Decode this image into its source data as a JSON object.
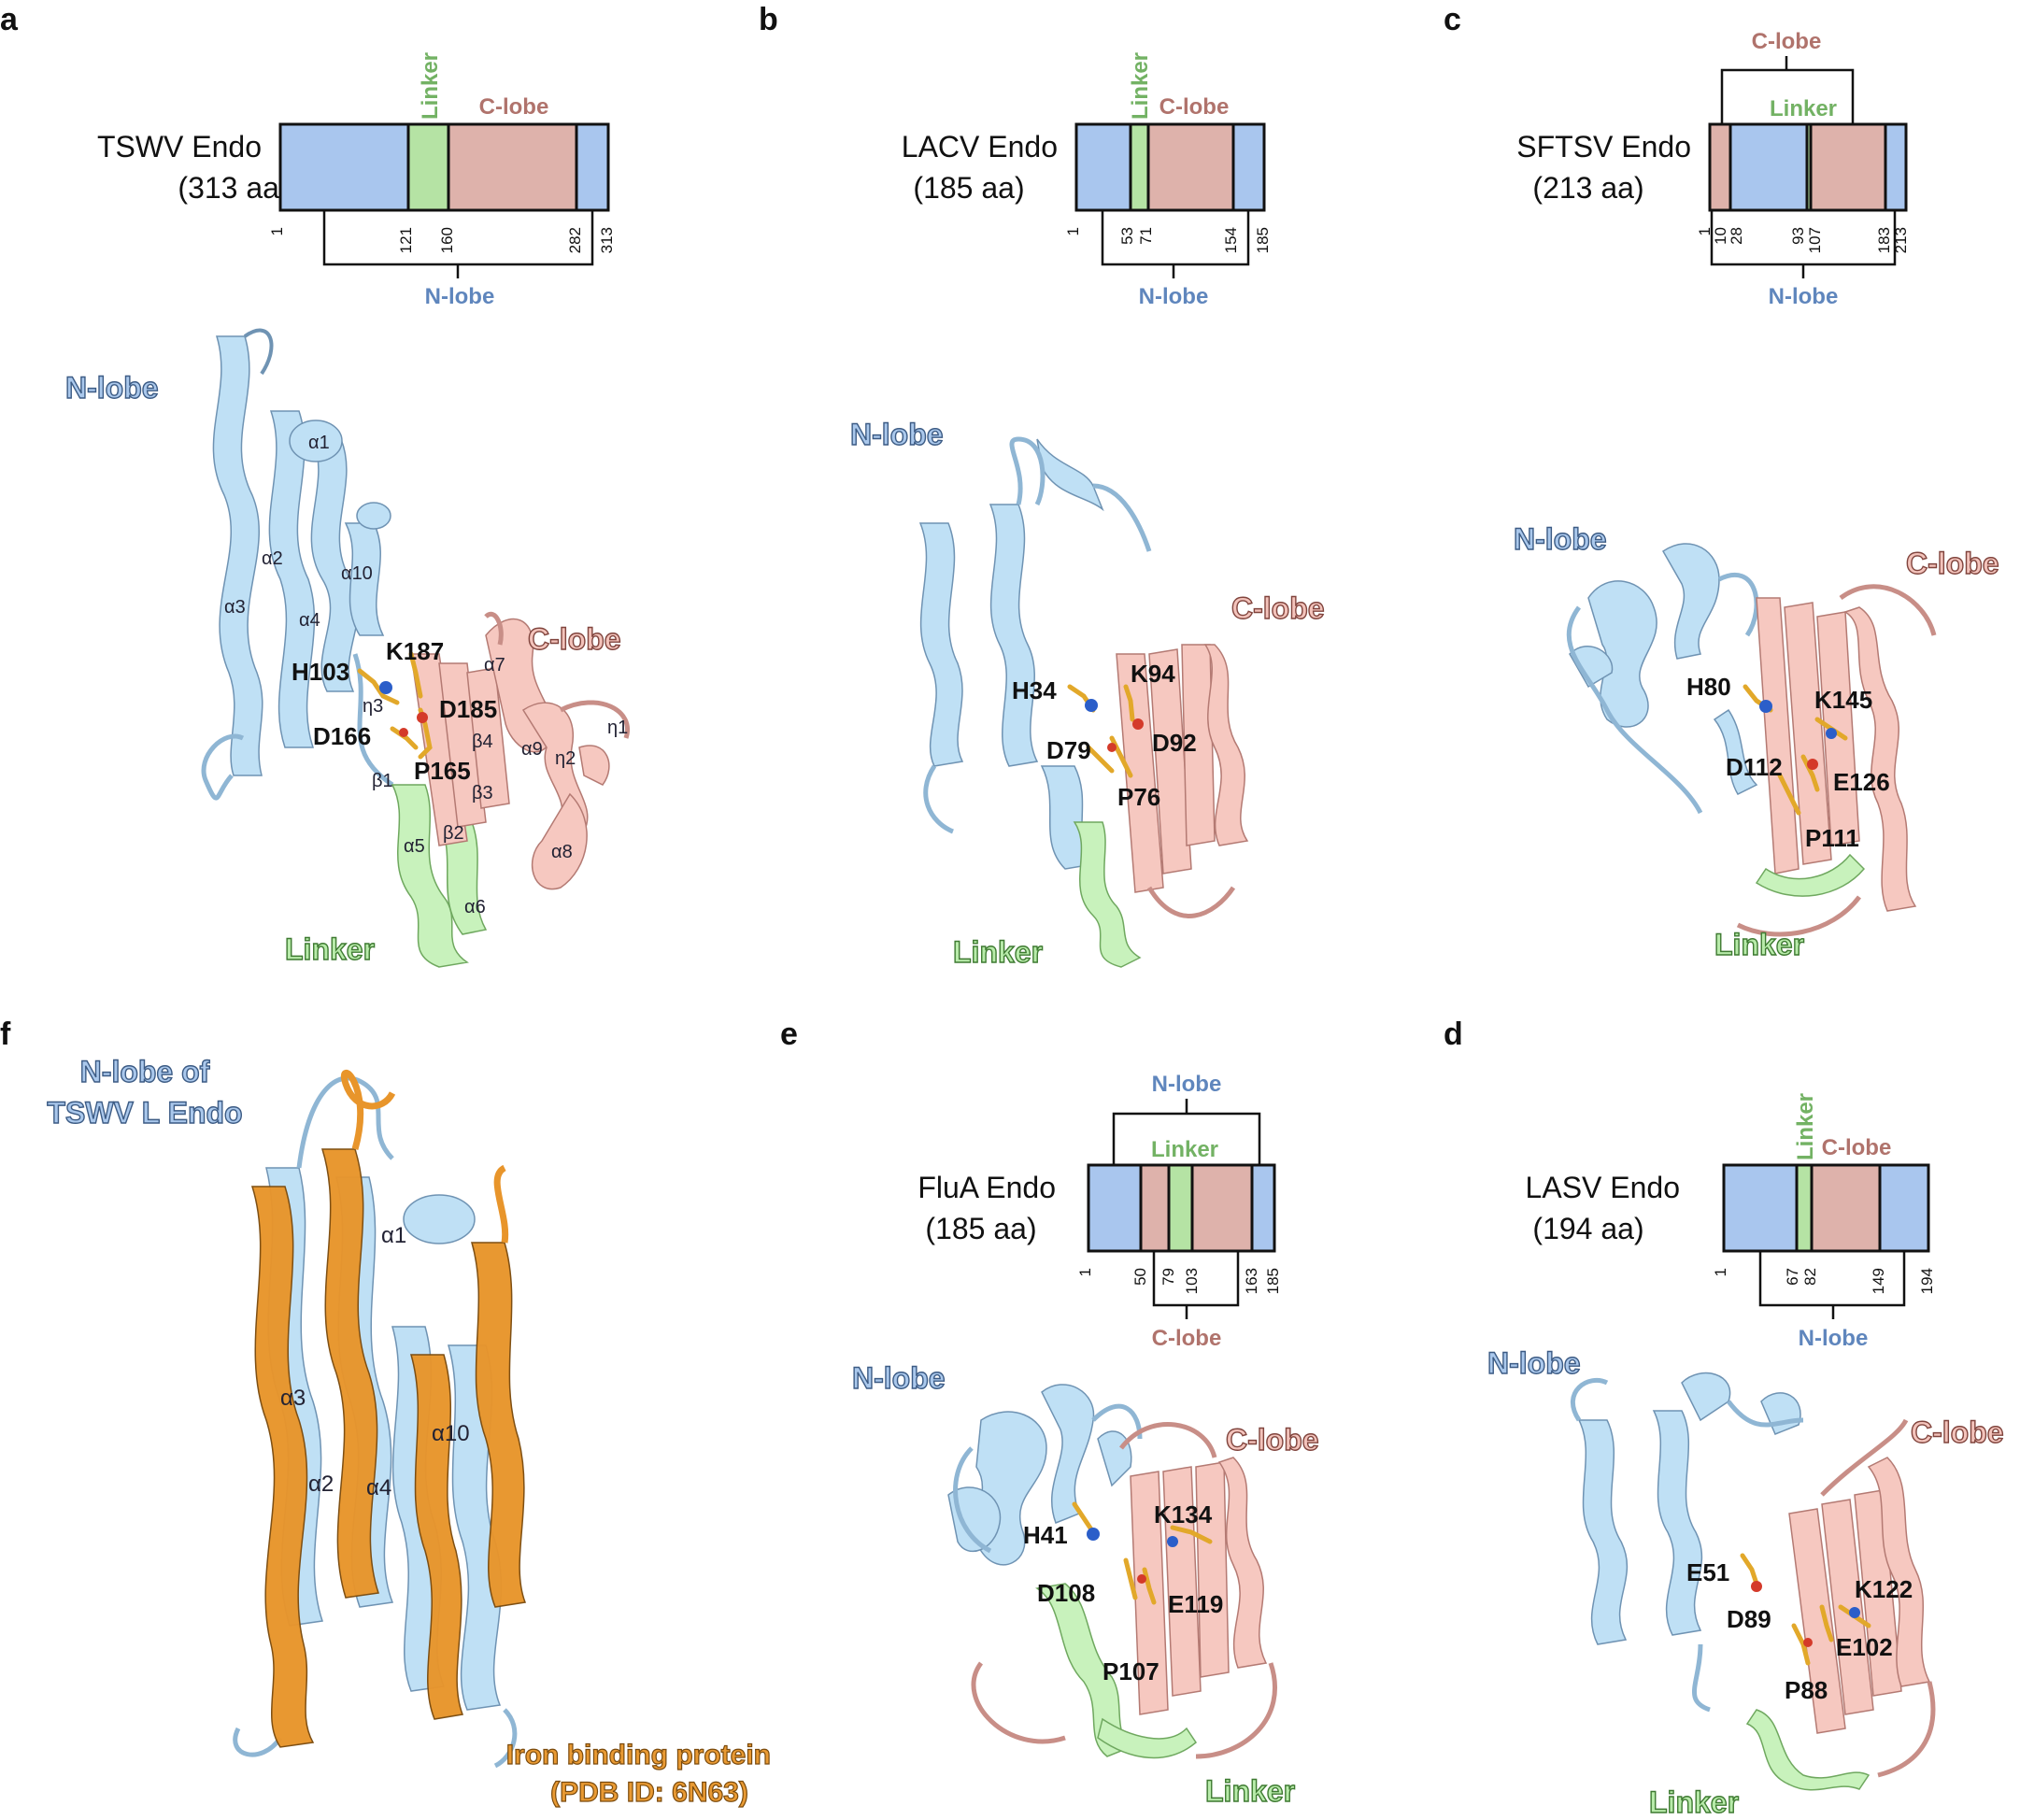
{
  "colors": {
    "n_lobe": "#a9c6ee",
    "linker": "#b5e3a4",
    "c_lobe": "#deb2ab",
    "n_ribbon": "#bfe0f5",
    "c_ribbon": "#f6c8c0",
    "l_ribbon": "#c8f2bc",
    "iron_ribbon": "#e8952b",
    "side_chain": "#e2a82a"
  },
  "panels": [
    {
      "label": "a",
      "name": "TSWV Endo",
      "length": "(313 aa)",
      "lobes": {
        "n": "N-lobe",
        "c": "C-lobe",
        "linker": "Linker"
      },
      "ticks": [
        "1",
        "121",
        "160",
        "282",
        "313"
      ],
      "residues": [
        "H103",
        "K187",
        "D185",
        "D166",
        "P165"
      ],
      "elements": [
        "α1",
        "α2",
        "α3",
        "α4",
        "α10",
        "α7",
        "η3",
        "β4",
        "α9",
        "η1",
        "η2",
        "β1",
        "β3",
        "α5",
        "β2",
        "α8",
        "α6"
      ]
    },
    {
      "label": "b",
      "name": "LACV Endo",
      "length": "(185 aa)",
      "lobes": {
        "n": "N-lobe",
        "c": "C-lobe",
        "linker": "Linker"
      },
      "ticks": [
        "1",
        "53",
        "71",
        "154",
        "185"
      ],
      "residues": [
        "H34",
        "K94",
        "D79",
        "D92",
        "P76"
      ]
    },
    {
      "label": "c",
      "name": "SFTSV Endo",
      "length": "(213 aa)",
      "lobes": {
        "n": "N-lobe",
        "c": "C-lobe",
        "linker": "Linker"
      },
      "ticks": [
        "1",
        "10",
        "28",
        "93",
        "107",
        "183",
        "213"
      ],
      "residues": [
        "H80",
        "K145",
        "D112",
        "E126",
        "P111"
      ]
    },
    {
      "label": "f",
      "n_title_1": "N-lobe of",
      "n_title_2": "TSWV L Endo",
      "iron_1": "Iron binding protein",
      "iron_2": "(PDB ID: 6N63)",
      "elements": [
        "α1",
        "α3",
        "α10",
        "α2",
        "α4"
      ]
    },
    {
      "label": "e",
      "name": "FluA Endo",
      "length": "(185 aa)",
      "lobes": {
        "n": "N-lobe",
        "c": "C-lobe",
        "linker": "Linker"
      },
      "ticks": [
        "1",
        "50",
        "79",
        "103",
        "163",
        "185"
      ],
      "residues": [
        "H41",
        "K134",
        "D108",
        "E119",
        "P107"
      ]
    },
    {
      "label": "d",
      "name": "LASV Endo",
      "length": "(194 aa)",
      "lobes": {
        "n": "N-lobe",
        "c": "C-lobe",
        "linker": "Linker"
      },
      "ticks": [
        "1",
        "67",
        "82",
        "149",
        "194"
      ],
      "residues": [
        "E51",
        "K122",
        "D89",
        "E102",
        "P88"
      ]
    }
  ]
}
